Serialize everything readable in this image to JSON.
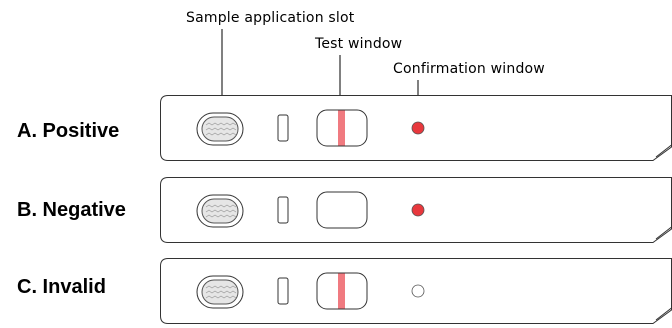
{
  "callouts": {
    "sample_slot": "Sample application slot",
    "test_window": "Test window",
    "confirmation_window": "Confirmation window"
  },
  "strips": [
    {
      "label": "A. Positive",
      "test_line": true,
      "control_dot": "filled"
    },
    {
      "label": "B. Negative",
      "test_line": false,
      "control_dot": "filled"
    },
    {
      "label": "C. Invalid",
      "test_line": true,
      "control_dot": "empty"
    }
  ],
  "colors": {
    "test_line": "#f07a80",
    "control_dot": "#e8383d",
    "outline": "#333333",
    "sample_well": "#e6e6e6"
  }
}
